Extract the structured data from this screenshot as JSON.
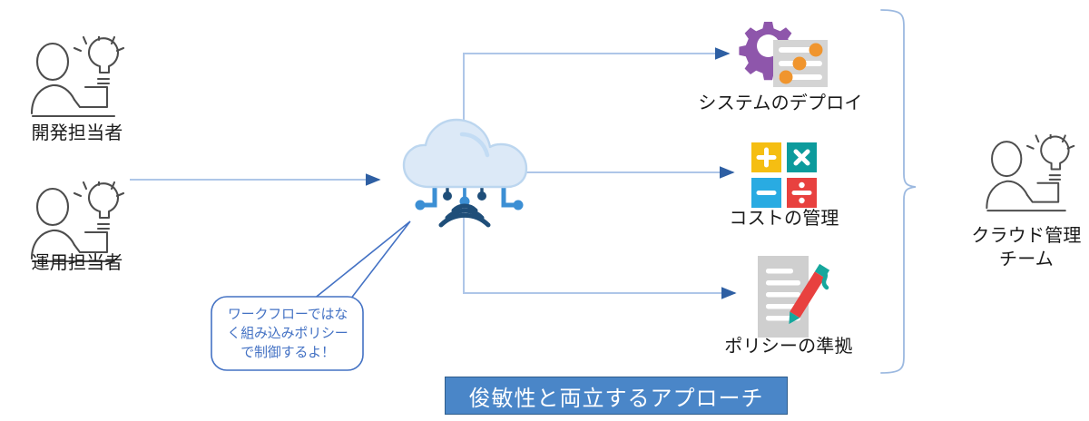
{
  "diagram": {
    "title_banner": "俊敏性と両立するアプローチ",
    "colors": {
      "arrow_line": "#aec6e8",
      "arrow_head": "#2e5fa3",
      "cloud_body": "#dce9f7",
      "cloud_stroke": "#bcd6ef",
      "cloud_connector": "#3c8fd4",
      "connector_dark": "#1f4e79",
      "gear_purple": "#8e56ab",
      "panel_gray": "#d4d4d4",
      "slider_orange": "#f0952e",
      "calc_plus": "#f5be12",
      "calc_times": "#0c9b9c",
      "calc_minus": "#29abe2",
      "calc_divide": "#e8413f",
      "pen_red": "#e8413f",
      "pen_teal": "#16a79d",
      "doc_gray": "#cfcfcf",
      "bubble_blue": "#4472c4",
      "brace_blue": "#9cb9e0",
      "banner_fill": "#4a86c8",
      "banner_border": "#2e5c8a",
      "icon_outline": "#4d4d4d",
      "label_text": "#1a1a1a"
    },
    "actors": [
      {
        "id": "developer",
        "label": "開発担当者",
        "icon": "person-with-idea-icon"
      },
      {
        "id": "operator",
        "label": "運用担当者",
        "icon": "person-with-idea-icon"
      }
    ],
    "hub": {
      "id": "cloud",
      "icon": "cloud-iot-icon",
      "label": ""
    },
    "outcomes": [
      {
        "id": "deploy",
        "label": "システムのデプロイ",
        "icon": "gear-settings-panel-icon"
      },
      {
        "id": "cost",
        "label": "コストの管理",
        "icon": "calculator-operations-icon"
      },
      {
        "id": "policy",
        "label": "ポリシーの準拠",
        "icon": "document-pen-icon"
      }
    ],
    "team": {
      "id": "cloud-management-team",
      "label": "クラウド管理\nチーム",
      "icon": "person-with-idea-icon"
    },
    "callout": {
      "id": "policy-callout",
      "lines": [
        "ワークフローではな",
        "く組み込みポリシー",
        "で制御するよ！"
      ]
    }
  }
}
